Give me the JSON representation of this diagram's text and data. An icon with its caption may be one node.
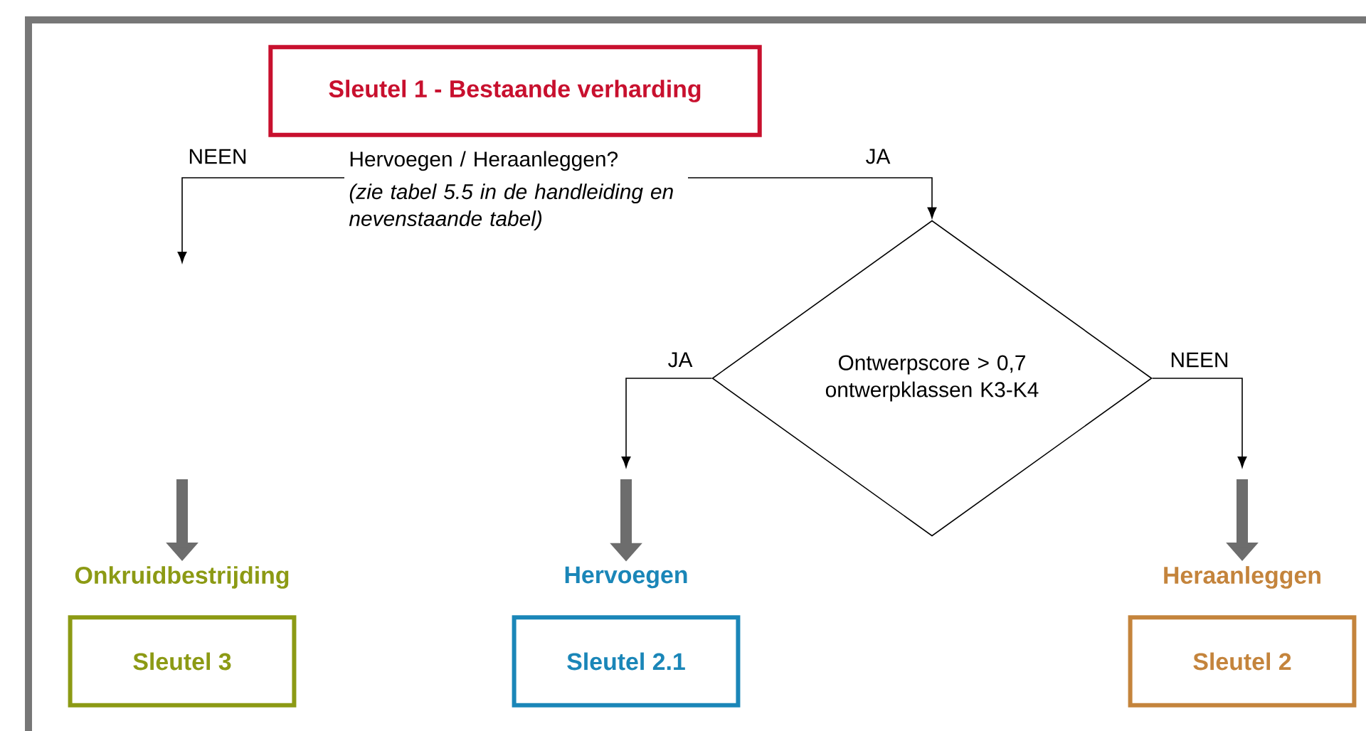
{
  "diagram": {
    "nodes": [
      {
        "text": [
          "Sleutel 1 - Bestaande verharding"
        ]
      },
      {
        "text": [
          "Hervoegen / Heraanleggen?",
          "(zie tabel 5.5 in de handleiding en nevenstaande tabel)"
        ]
      },
      {
        "text": [
          "Ontwerpscore > 0,7 ontwerpklassen K3-K4"
        ]
      },
      {
        "text": [
          "Onkruidbestrijding",
          "Sleutel 3"
        ]
      },
      {
        "text": [
          "Hervoegen",
          "Sleutel 2.1"
        ]
      },
      {
        "text": [
          "Heraanleggen",
          "Sleutel 2"
        ]
      }
    ],
    "edges": [
      {
        "from": 1,
        "to": null,
        "arrow": "to",
        "label": "NEEN"
      },
      {
        "from": 1,
        "to": 2,
        "arrow": "to",
        "label": "JA"
      },
      {
        "from": 2,
        "to": null,
        "arrow": "to",
        "label": "JA"
      },
      {
        "from": 2,
        "to": null,
        "arrow": "to",
        "label": "NEEN"
      },
      {
        "from": null,
        "to": 3,
        "arrow": "to",
        "style": "thick",
        "color": "#6d6d6d"
      },
      {
        "from": null,
        "to": 4,
        "arrow": "to",
        "style": "thick",
        "color": "#6d6d6d"
      },
      {
        "from": null,
        "to": 5,
        "arrow": "to",
        "style": "thick",
        "color": "#6d6d6d"
      }
    ]
  }
}
